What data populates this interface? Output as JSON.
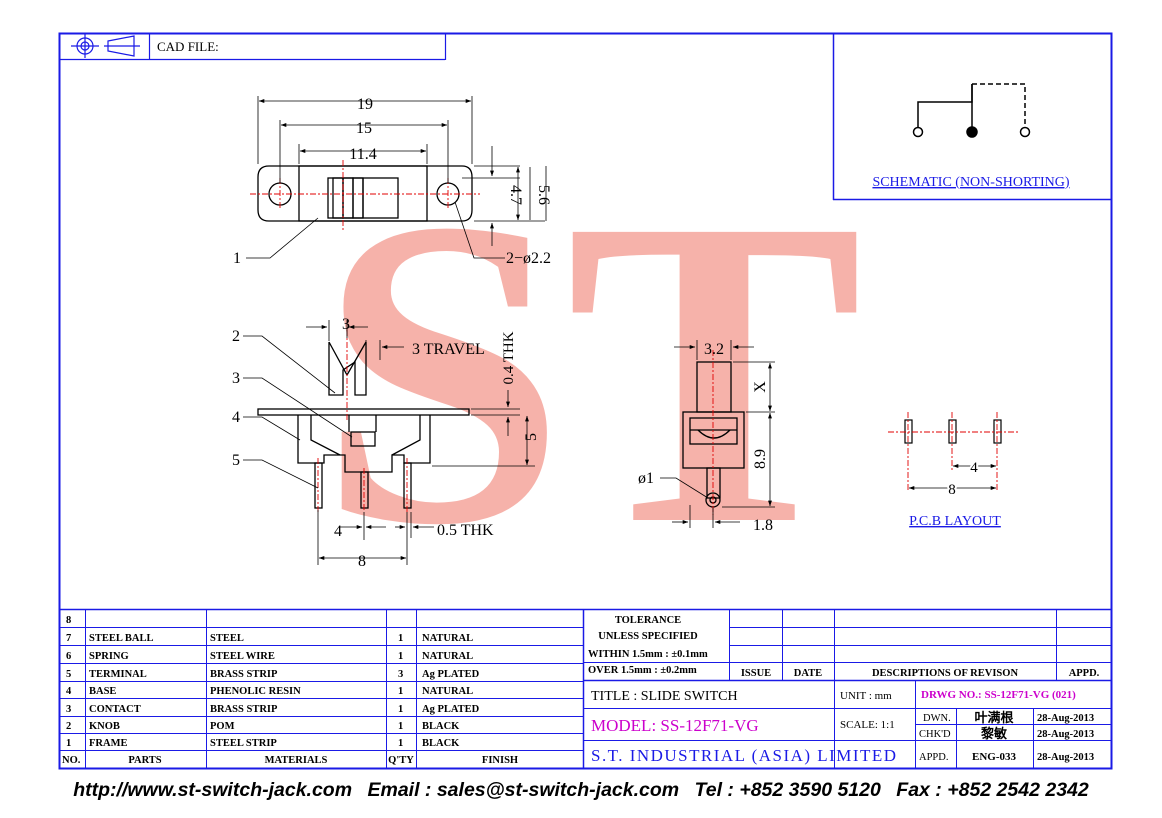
{
  "header": {
    "cad_file_label": "CAD FILE:"
  },
  "schematic": {
    "label": "SCHEMATIC (NON-SHORTING)"
  },
  "watermark": {
    "text": "ST"
  },
  "top_view": {
    "dim_overall": "19",
    "dim_holes": "15",
    "dim_slot": "11.4",
    "dim_height_inner": "4.7",
    "dim_height_outer": "5.6",
    "hole_note": "2−ø2.2",
    "callout": "1"
  },
  "side_view": {
    "dim_knob": "3",
    "travel": "3 TRAVEL",
    "plate_thk": "0.4 THK",
    "dim_body": "5",
    "dim_pin_pitch": "4",
    "dim_pin_span": "8",
    "terminal_thk": "0.5 THK",
    "callouts": [
      "2",
      "3",
      "4",
      "5"
    ]
  },
  "end_view": {
    "dim_knob_width": "3.2",
    "dim_x": "X",
    "dim_height": "8.9",
    "dim_hole": "ø1",
    "dim_offset": "1.8"
  },
  "pcb": {
    "label": "P.C.B LAYOUT",
    "dim_pitch": "4",
    "dim_span": "8"
  },
  "parts_table": {
    "headers": {
      "no": "NO.",
      "parts": "PARTS",
      "materials": "MATERIALS",
      "qty": "Q'TY",
      "finish": "FINISH"
    },
    "rows": [
      {
        "no": "8",
        "part": "",
        "material": "",
        "qty": "",
        "finish": ""
      },
      {
        "no": "7",
        "part": "STEEL BALL",
        "material": "STEEL",
        "qty": "1",
        "finish": "NATURAL"
      },
      {
        "no": "6",
        "part": "SPRING",
        "material": "STEEL WIRE",
        "qty": "1",
        "finish": "NATURAL"
      },
      {
        "no": "5",
        "part": "TERMINAL",
        "material": "BRASS STRIP",
        "qty": "3",
        "finish": "Ag PLATED"
      },
      {
        "no": "4",
        "part": "BASE",
        "material": "PHENOLIC RESIN",
        "qty": "1",
        "finish": "NATURAL"
      },
      {
        "no": "3",
        "part": "CONTACT",
        "material": "BRASS STRIP",
        "qty": "1",
        "finish": "Ag PLATED"
      },
      {
        "no": "2",
        "part": "KNOB",
        "material": "POM",
        "qty": "1",
        "finish": "BLACK"
      },
      {
        "no": "1",
        "part": "FRAME",
        "material": "STEEL STRIP",
        "qty": "1",
        "finish": "BLACK"
      }
    ]
  },
  "tolerance": {
    "title1": "TOLERANCE",
    "title2": "UNLESS SPECIFIED",
    "within": "WITHIN 1.5mm : ±0.1mm",
    "over": "OVER 1.5mm : ±0.2mm"
  },
  "revision": {
    "issue": "ISSUE",
    "date": "DATE",
    "desc": "DESCRIPTIONS OF REVISON",
    "appd": "APPD."
  },
  "title_block": {
    "title": "TITLE : SLIDE SWITCH",
    "model": "MODEL: SS-12F71-VG",
    "company": "S.T. INDUSTRIAL (ASIA) LIMITED",
    "unit_label": "UNIT : mm",
    "scale_label": "SCALE: 1:1",
    "drwg_no": "DRWG NO.: SS-12F71-VG (021)",
    "dwn_label": "DWN.",
    "dwn_name": "叶满根",
    "dwn_date": "28-Aug-2013",
    "chkd_label": "CHK'D",
    "chkd_name": "黎敏",
    "chkd_date": "28-Aug-2013",
    "appd_label": "APPD.",
    "appd_name": "ENG-033",
    "appd_date": "28-Aug-2013"
  },
  "footer": {
    "website": "http://www.st-switch-jack.com",
    "email": "Email : sales@st-switch-jack.com",
    "tel": "Tel : +852 3590 5120",
    "fax": "Fax : +852 2542 2342"
  },
  "colors": {
    "frame": "#1a1ae6",
    "dims": "#000000",
    "centerline": "#e00000",
    "watermark": "#f08a80",
    "magenta": "#cc00cc"
  }
}
